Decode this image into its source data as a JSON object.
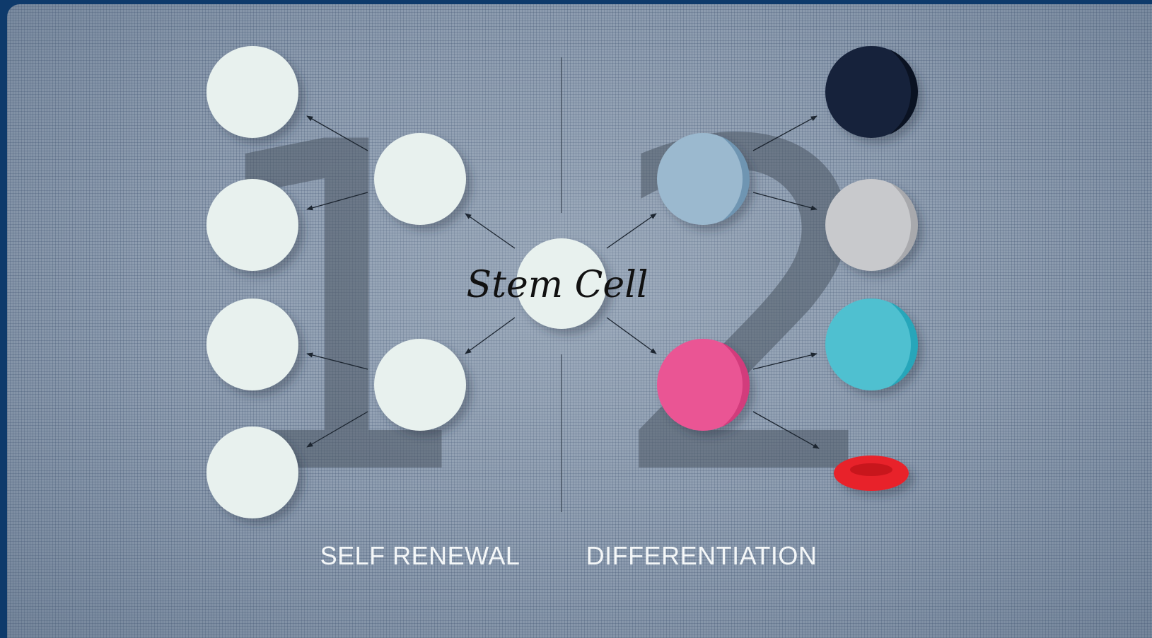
{
  "diagram": {
    "center_label": "Stem Cell",
    "numeral_left": "1",
    "numeral_right": "2",
    "left_section_label": "SELF RENEWAL",
    "right_section_label": "DIFFERENTIATION",
    "colors": {
      "stem_cell": "#e8f1ee",
      "renewal_cell": "#e8f1ee",
      "progenitor_blue": "#9bb9cf",
      "progenitor_pink": "#ea5494",
      "dark_navy_cell": "#14213a",
      "grey_cell": "#c8c9cc",
      "teal_cell": "#4fc0d0",
      "red_blood_cell": "#e8202c"
    }
  }
}
